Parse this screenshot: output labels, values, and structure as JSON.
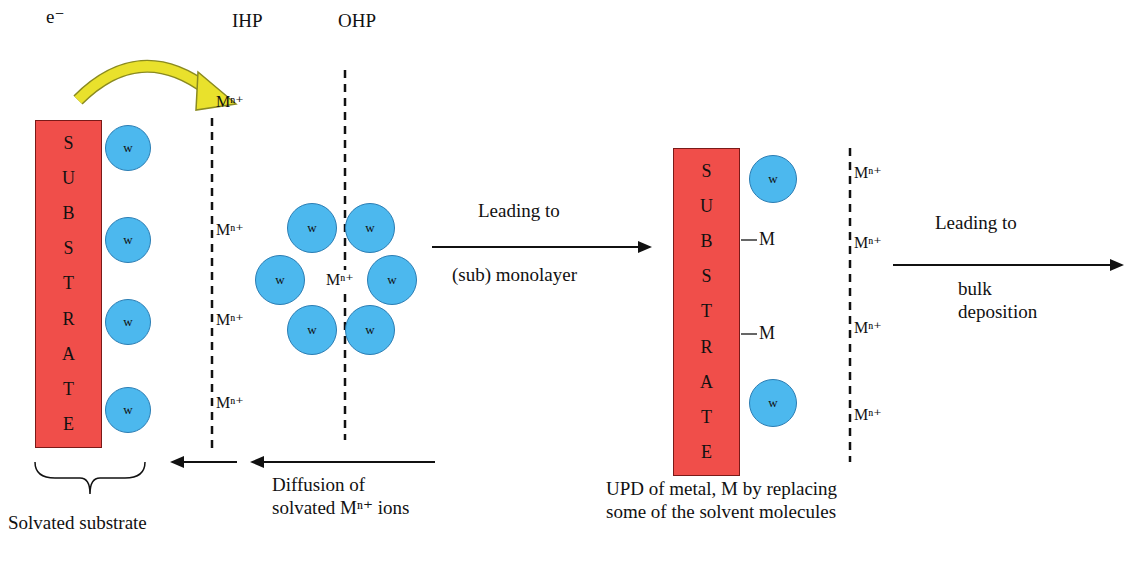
{
  "diagram": {
    "nodes": [
      {
        "text": [
          "SUBSTRATE"
        ]
      },
      {
        "text": [
          "w"
        ]
      },
      {
        "text": [
          "w"
        ]
      },
      {
        "text": [
          "w"
        ]
      },
      {
        "text": [
          "w"
        ]
      },
      {
        "text": [
          "w"
        ]
      },
      {
        "text": [
          "w"
        ]
      },
      {
        "text": [
          "w"
        ]
      },
      {
        "text": [
          "w"
        ]
      },
      {
        "text": [
          "w"
        ]
      },
      {
        "text": [
          "w"
        ]
      },
      {
        "text": [
          "SUBSTRATE"
        ]
      },
      {
        "text": [
          "w"
        ]
      },
      {
        "text": [
          "w"
        ]
      }
    ],
    "labels": [
      "IHP",
      "OHP",
      "e⁻",
      "Mⁿ⁺",
      "Mⁿ⁺",
      "Mⁿ⁺",
      "Mⁿ⁺",
      "Mⁿ⁺",
      "Leading to",
      "(sub) monolayer",
      "M",
      "M",
      "Mⁿ⁺",
      "Mⁿ⁺",
      "Mⁿ⁺",
      "Mⁿ⁺",
      "Leading to",
      "bulk deposition",
      "Solvated substrate",
      "Diffusion of solvated Mⁿ⁺ ions",
      "UPD of metal, M by replacing some of the solvent molecules"
    ]
  }
}
